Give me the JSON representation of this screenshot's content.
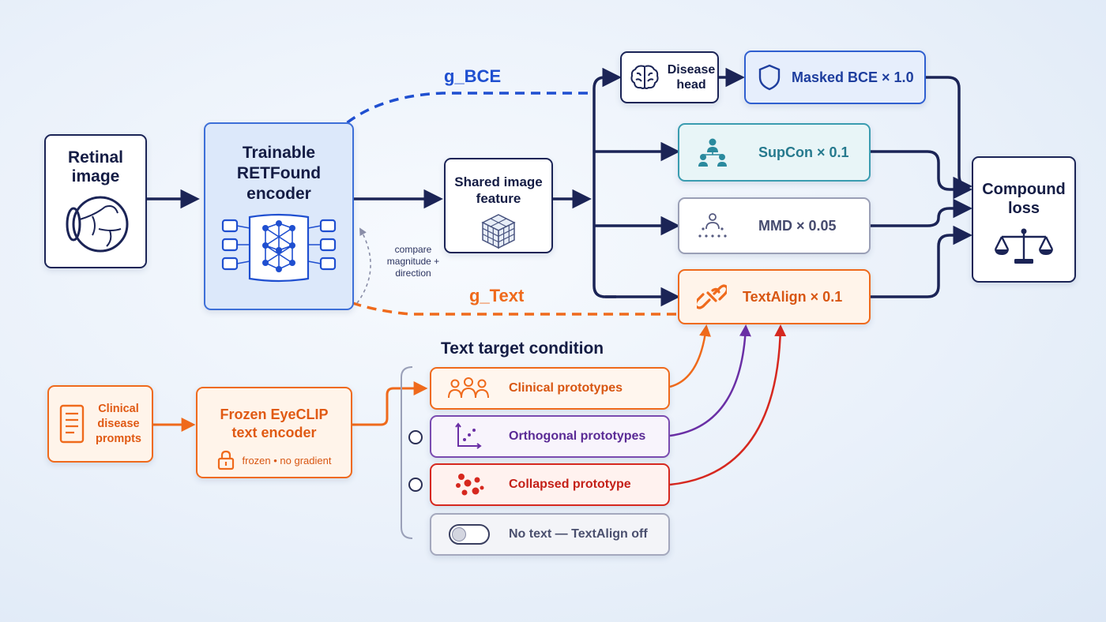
{
  "nodes": {
    "retinal_image": "Retinal image",
    "encoder": "Trainable RETFound encoder",
    "shared_feature": "Shared image feature",
    "disease_head": "Disease head",
    "masked_bce": "Masked BCE × 1.0",
    "supcon": "SupCon × 0.1",
    "mmd": "MMD × 0.05",
    "textalign": "TextAlign × 0.1",
    "compound_loss": "Compound loss",
    "clinical_prompts": "Clinical disease prompts",
    "text_encoder": "Frozen EyeCLIP text encoder",
    "frozen_note": "frozen • no gradient"
  },
  "gradients": {
    "g_bce": "g_BCE",
    "g_text": "g_Text",
    "compare_note": "compare magnitude + direction"
  },
  "conditions": {
    "heading": "Text target condition",
    "options": [
      "Clinical prototypes",
      "Orthogonal prototypes",
      "Collapsed prototype",
      "No text — TextAlign off"
    ]
  },
  "colors": {
    "navy": "#1b2456",
    "blue": "#1f4fd0",
    "teal": "#2a8a9e",
    "gray": "#6b6f8e",
    "orange": "#ef6a1c",
    "purple": "#6a2fa5",
    "red": "#d6281f"
  }
}
